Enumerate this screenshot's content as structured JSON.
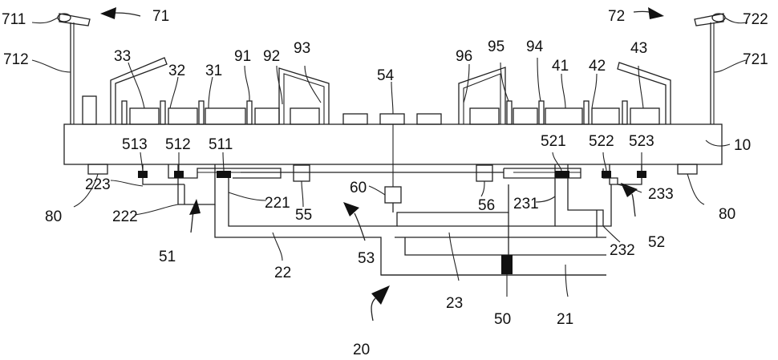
{
  "labels": {
    "l711": "711",
    "l71": "71",
    "l72": "72",
    "l722": "722",
    "l712": "712",
    "l721": "721",
    "l33": "33",
    "l32": "32",
    "l31": "31",
    "l91": "91",
    "l92": "92",
    "l93": "93",
    "l54": "54",
    "l96": "96",
    "l95": "95",
    "l94": "94",
    "l41": "41",
    "l42": "42",
    "l43": "43",
    "l513": "513",
    "l512": "512",
    "l511": "511",
    "l521": "521",
    "l522": "522",
    "l523": "523",
    "l10": "10",
    "l223": "223",
    "l80a": "80",
    "l80b": "80",
    "l60": "60",
    "l56": "56",
    "l231": "231",
    "l233": "233",
    "l222": "222",
    "l221": "221",
    "l55": "55",
    "l232": "232",
    "l52": "52",
    "l51": "51",
    "l53": "53",
    "l22": "22",
    "l23": "23",
    "l50": "50",
    "l21": "21",
    "l20": "20"
  }
}
